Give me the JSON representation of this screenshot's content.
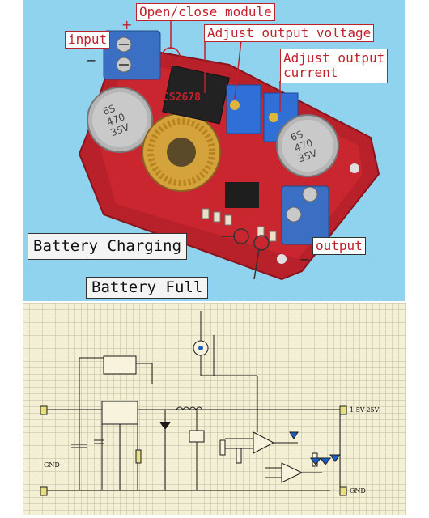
{
  "callouts": {
    "open_close_module": "Open/close module",
    "input": "input",
    "adjust_output_voltage": "Adjust output voltage",
    "adjust_output_current_line1": "Adjust output",
    "adjust_output_current_line2": "current",
    "battery_charging": "Battery Charging",
    "battery_full": "Battery Full",
    "output": "output"
  },
  "board": {
    "chip_marking": "CS2678",
    "cap_left": [
      "6S",
      "470",
      "35V"
    ],
    "cap_right": [
      "6S",
      "470",
      "35V"
    ],
    "polarity_plus": "+",
    "polarity_minus": "−"
  },
  "schematic": {
    "voltage_label": "1.5V-25V",
    "gnd_left": "GND",
    "gnd_right": "GND"
  },
  "colors": {
    "pcb": "#c0212b",
    "terminal": "#3a6fc4",
    "background": "#8fd3ee"
  }
}
